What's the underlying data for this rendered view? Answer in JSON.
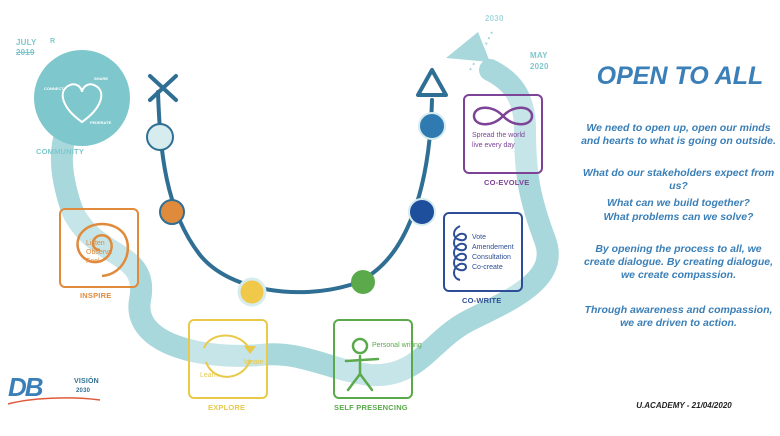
{
  "slide": {
    "title": "OPEN TO ALL",
    "paragraphs": [
      "We need to open up, open our minds and hearts to what is going on outside.",
      "What do our stakeholders expect from us?",
      "What can we build together?",
      "What problems can we solve?",
      "By opening the process to all, we create dialogue. By creating dialogue, we create compassion.",
      "Through awareness and compassion, we are driven to action."
    ],
    "footer": "U.ACADEMY - 21/04/2020"
  },
  "timeline": {
    "start_month": "JULY",
    "start_year": "2019",
    "start_mark": "R",
    "end_month": "MAY",
    "end_year": "2020",
    "future_year": "2030"
  },
  "stages": {
    "community": {
      "label": "COMMUNITY",
      "words": [
        "CONNECT",
        "SHARE",
        "FEDERATE"
      ],
      "color": "#7ec7cc"
    },
    "inspire": {
      "label": "INSPIRE",
      "words": [
        "Listen",
        "Observe",
        "Feel"
      ],
      "color": "#e08a3c"
    },
    "explore": {
      "label": "EXPLORE",
      "words": [
        "Ideate",
        "Learn"
      ],
      "color": "#e8c94a"
    },
    "self_presencing": {
      "label": "SELF PRESENCING",
      "words": [
        "Personal writing"
      ],
      "color": "#5aaa4c"
    },
    "co_write": {
      "label": "CO-WRITE",
      "words": [
        "Vote",
        "Amendement",
        "Consultation",
        "Co-create"
      ],
      "color": "#2d4e96"
    },
    "co_evolve": {
      "label": "CO-EVOLVE",
      "words": [
        "Spread the world",
        "live every day"
      ],
      "color": "#7d4396"
    }
  },
  "logo": {
    "mark": "DB",
    "name": "VISIÓN",
    "year": "2030"
  },
  "colors": {
    "path": "#a8d8dc",
    "arc": "#2f6f93",
    "accent_text": "#3a7fb7"
  }
}
